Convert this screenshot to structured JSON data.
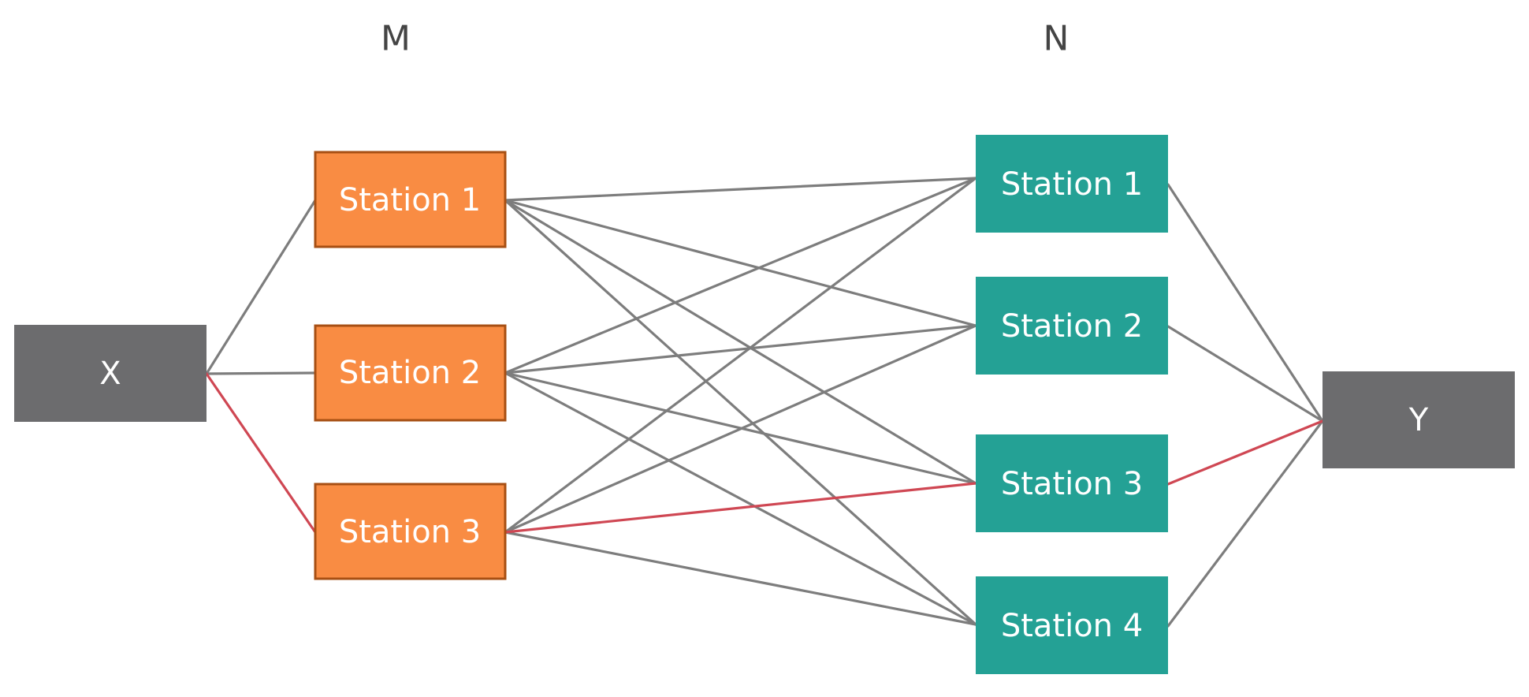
{
  "column_labels": {
    "m": "M",
    "n": "N"
  },
  "nodes": {
    "x": {
      "label": "X"
    },
    "m1": {
      "label": "Station 1"
    },
    "m2": {
      "label": "Station 2"
    },
    "m3": {
      "label": "Station 3"
    },
    "n1": {
      "label": "Station 1"
    },
    "n2": {
      "label": "Station 2"
    },
    "n3": {
      "label": "Station 3"
    },
    "n4": {
      "label": "Station 4"
    },
    "y": {
      "label": "Y"
    }
  },
  "colors": {
    "terminal_fill": "#6c6c6e",
    "m_fill": "#f98c43",
    "m_border": "#a74f13",
    "n_fill": "#24a195",
    "edge": "#7d7d7d",
    "highlight_edge": "#cf4753"
  },
  "edges": [
    {
      "from": "x",
      "to": "m1",
      "highlight": false
    },
    {
      "from": "x",
      "to": "m2",
      "highlight": false
    },
    {
      "from": "x",
      "to": "m3",
      "highlight": true
    },
    {
      "from": "m1",
      "to": "n1",
      "highlight": false
    },
    {
      "from": "m1",
      "to": "n2",
      "highlight": false
    },
    {
      "from": "m1",
      "to": "n3",
      "highlight": false
    },
    {
      "from": "m1",
      "to": "n4",
      "highlight": false
    },
    {
      "from": "m2",
      "to": "n1",
      "highlight": false
    },
    {
      "from": "m2",
      "to": "n2",
      "highlight": false
    },
    {
      "from": "m2",
      "to": "n3",
      "highlight": false
    },
    {
      "from": "m2",
      "to": "n4",
      "highlight": false
    },
    {
      "from": "m3",
      "to": "n1",
      "highlight": false
    },
    {
      "from": "m3",
      "to": "n2",
      "highlight": false
    },
    {
      "from": "m3",
      "to": "n3",
      "highlight": true
    },
    {
      "from": "m3",
      "to": "n4",
      "highlight": false
    },
    {
      "from": "n1",
      "to": "y",
      "highlight": false
    },
    {
      "from": "n2",
      "to": "y",
      "highlight": false
    },
    {
      "from": "n3",
      "to": "y",
      "highlight": true
    },
    {
      "from": "n4",
      "to": "y",
      "highlight": false
    }
  ]
}
